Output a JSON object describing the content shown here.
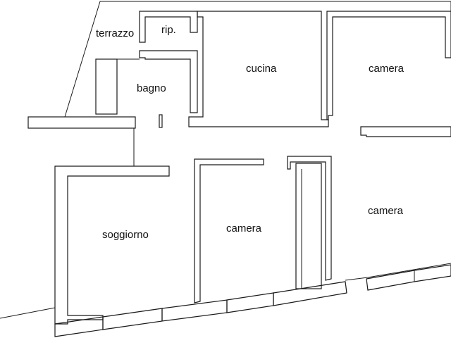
{
  "rooms": {
    "terrazzo": "terrazzo",
    "ripostiglio": "rip.",
    "cucina": "cucina",
    "bagno": "bagno",
    "camera_top_right": "camera",
    "camera_center": "camera",
    "camera_bottom_right": "camera",
    "soggiorno": "soggiorno"
  }
}
